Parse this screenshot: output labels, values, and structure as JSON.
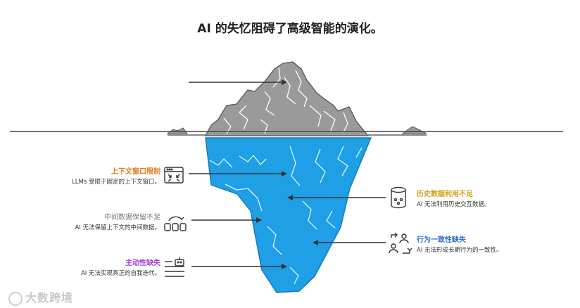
{
  "title": "AI 的失忆阻碍了高级智能的演化。",
  "labels": {
    "context_limit": {
      "title": "上下文窗口限制",
      "desc": "LLMs 受限于固定的上下文窗口。",
      "color": "#e07b1e",
      "icon": "window-shrink-icon"
    },
    "intermediate_data": {
      "title": "中间数据保留不足",
      "desc": "AI 无法保留上下文的中间数据。",
      "color": "#777777",
      "icon": "boxes-refresh-icon"
    },
    "proactivity": {
      "title": "主动性缺失",
      "desc": "AI 无法实现真正的自我迭代。",
      "color": "#a23fd4",
      "icon": "robot-list-icon"
    },
    "history_data": {
      "title": "历史数据利用不足",
      "desc": "AI 无法利用历史交互数据。",
      "color": "#d4a017",
      "icon": "database-icon"
    },
    "consistency": {
      "title": "行为一致性缺失",
      "desc": "AI 无法形成长期行为的一致性。",
      "color": "#2a70d0",
      "icon": "users-exchange-icon"
    }
  },
  "watermark": "大数跨境",
  "colors": {
    "iceberg_top": "#9a9a9a",
    "iceberg_bottom": "#1e9fe6",
    "waterline": "#444444"
  }
}
